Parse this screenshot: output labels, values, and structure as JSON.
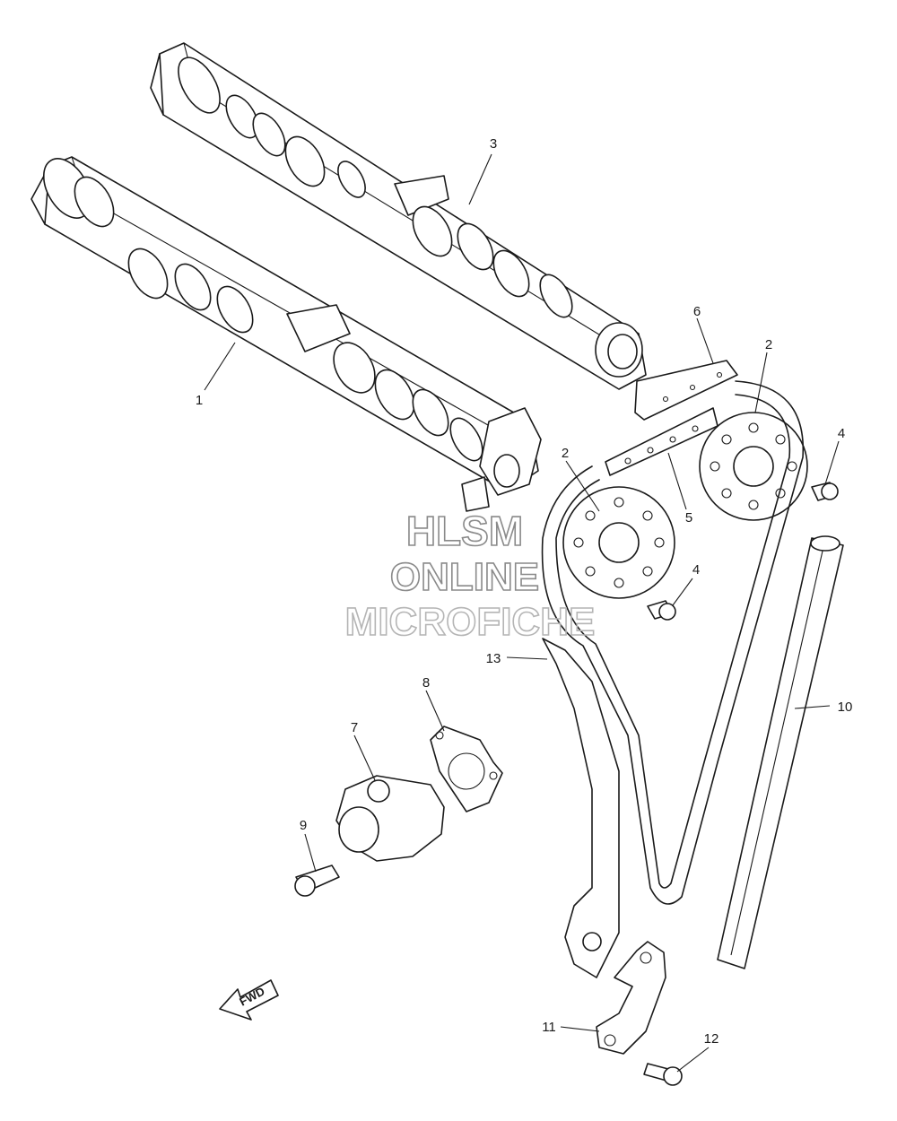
{
  "callouts": {
    "c1": "1",
    "c2a": "2",
    "c2b": "2",
    "c3": "3",
    "c4a": "4",
    "c4b": "4",
    "c5": "5",
    "c6": "6",
    "c7": "7",
    "c8": "8",
    "c9": "9",
    "c10": "10",
    "c11": "11",
    "c12": "12",
    "c13": "13"
  },
  "watermark": {
    "line1": "HLSM",
    "line2": "ONLINE",
    "line3": "MICROFICHE"
  },
  "direction_label": "FWD"
}
